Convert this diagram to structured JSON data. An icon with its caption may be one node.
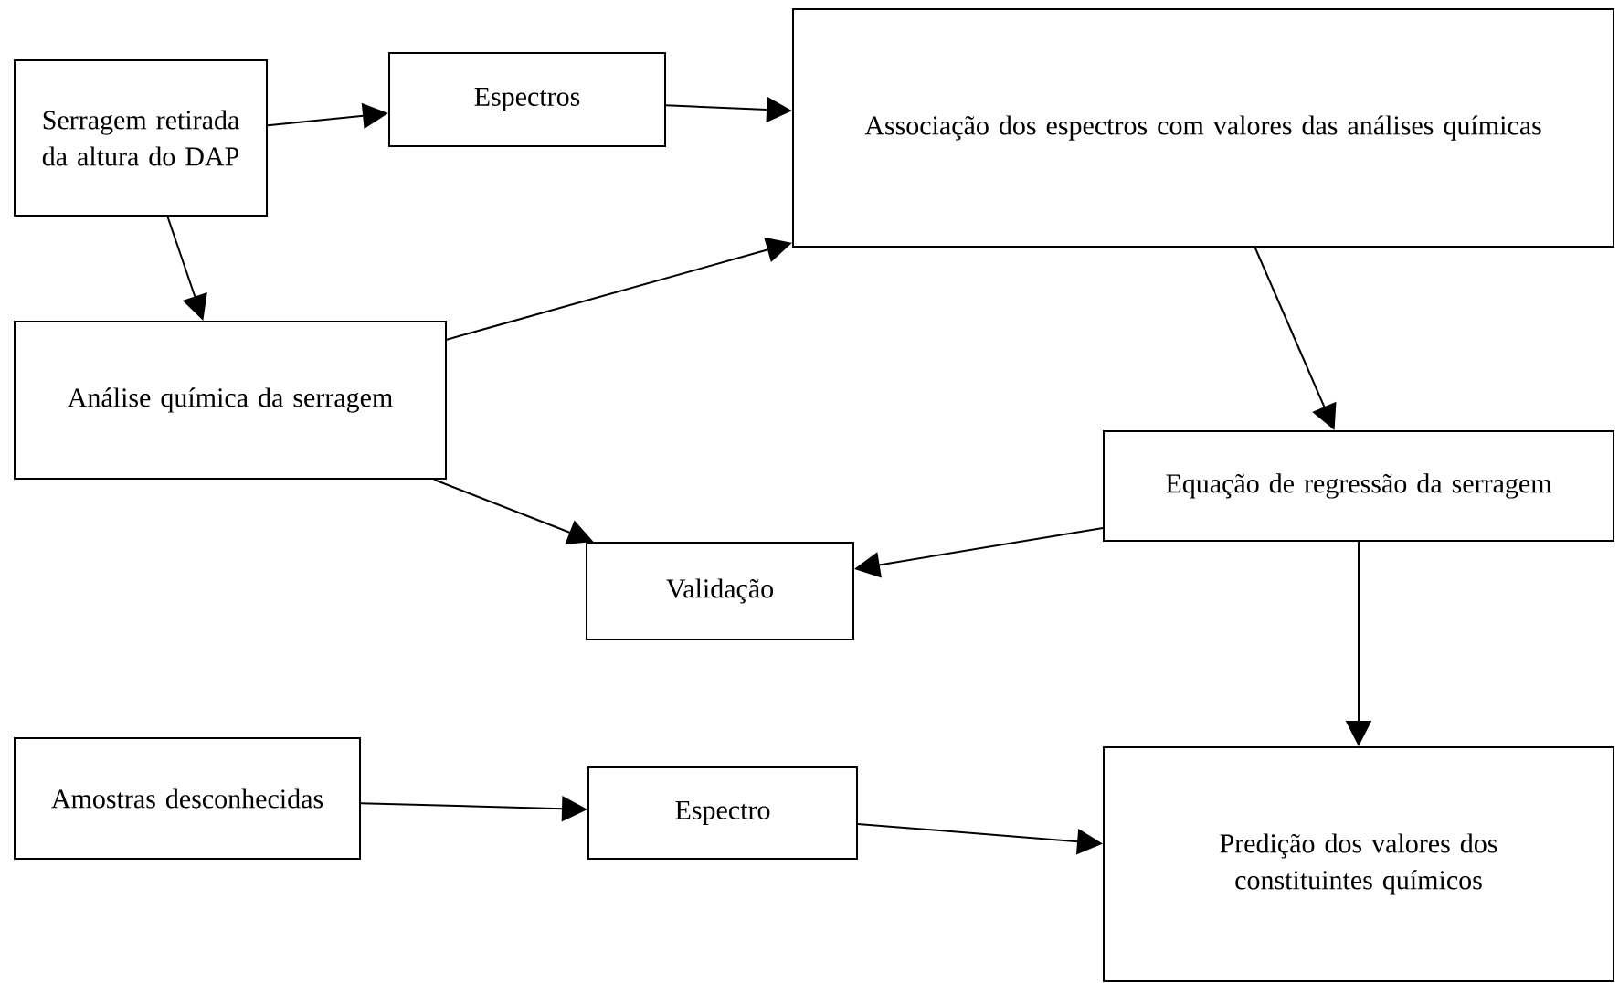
{
  "diagram": {
    "nodes": [
      {
        "text": [
          "Serragem retirada da altura do DAP"
        ]
      },
      {
        "text": [
          "Espectros"
        ]
      },
      {
        "text": [
          "Associação dos espectros com valores das análises químicas"
        ]
      },
      {
        "text": [
          "Análise química da serragem"
        ]
      },
      {
        "text": [
          "Validação"
        ]
      },
      {
        "text": [
          "Equação de regressão da serragem"
        ]
      },
      {
        "text": [
          "Amostras desconhecidas"
        ]
      },
      {
        "text": [
          "Espectro"
        ]
      },
      {
        "text": [
          "Predição dos valores dos constituintes químicos"
        ]
      }
    ],
    "edges": [
      {
        "from": 0,
        "to": 1,
        "arrow": "to"
      },
      {
        "from": 1,
        "to": 2,
        "arrow": "to"
      },
      {
        "from": 0,
        "to": 3,
        "arrow": "to"
      },
      {
        "from": 3,
        "to": 2,
        "arrow": "to"
      },
      {
        "from": 3,
        "to": 4,
        "arrow": "to"
      },
      {
        "from": 2,
        "to": 5,
        "arrow": "to"
      },
      {
        "from": 5,
        "to": 4,
        "arrow": "to"
      },
      {
        "from": 5,
        "to": 8,
        "arrow": "to"
      },
      {
        "from": 6,
        "to": 7,
        "arrow": "to"
      },
      {
        "from": 7,
        "to": 8,
        "arrow": "to"
      }
    ]
  }
}
